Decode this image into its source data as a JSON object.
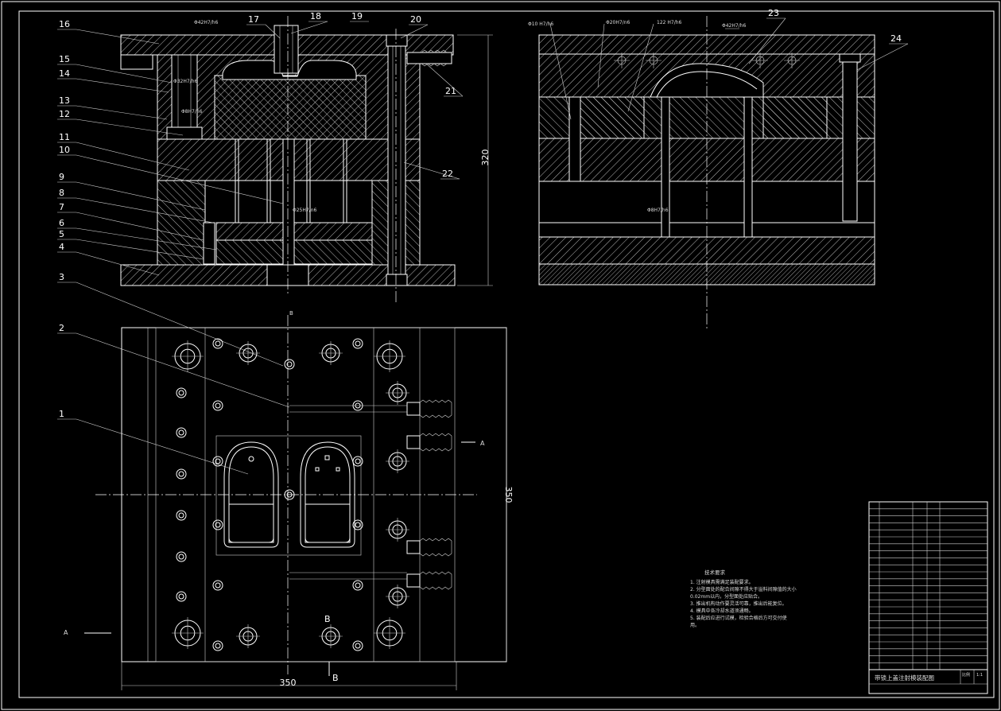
{
  "drawing": {
    "background": "#000000",
    "line_color": "#ffffff",
    "title_block_title": "带锁上盖注射模装配图",
    "scale_cells": [
      "比例",
      "1:1"
    ],
    "section_markers": {
      "a": "A",
      "b": "B"
    }
  },
  "front_section": {
    "part_labels": [
      "1",
      "2",
      "3",
      "4",
      "5",
      "6",
      "7",
      "8",
      "9",
      "10",
      "11",
      "12",
      "13",
      "14",
      "15",
      "16",
      "17",
      "18",
      "19",
      "20",
      "21",
      "22",
      "23",
      "24"
    ],
    "fit_notes": [
      "Φ42H7/h6",
      "Φ32H7/h6",
      "Φ8H7/h6",
      "Φ25H7/n6"
    ],
    "height_dim": "320"
  },
  "side_section": {
    "fit_notes": [
      "Φ10 H7/h6",
      "Φ20H7/n6",
      "122 H7/h6",
      "Φ42H7/h6",
      "Φ8H7/h6"
    ]
  },
  "plan_view": {
    "width_dim": "350",
    "height_dim": "350"
  },
  "tech_notes": {
    "title": "技术要求",
    "lines": [
      "1. 注射模具需满足装配要求。",
      "2. 分型面处的配合间隙不得大于溢料间隙值的大小",
      "   0.02mm以内，分型面处应贴合。",
      "3. 推出机构动作要灵活可靠，推出后能复位。",
      "4. 模具中各冷却水道须通畅。",
      "5. 装配后应进行试模，检验合格后方可交付使",
      "   用。"
    ]
  }
}
